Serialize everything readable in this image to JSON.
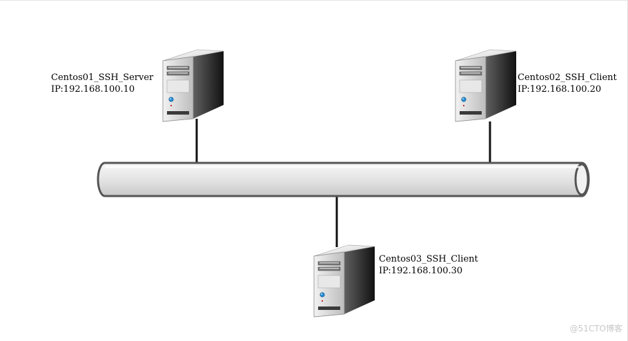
{
  "nodes": [
    {
      "id": "server01",
      "name": "Centos01_SSH_Server",
      "ip": "IP:192.168.100.10"
    },
    {
      "id": "client02",
      "name": "Centos02_SSH_Client",
      "ip": "IP:192.168.100.20"
    },
    {
      "id": "client03",
      "name": "Centos03_SSH_Client",
      "ip": "IP:192.168.100.30"
    }
  ],
  "watermark": "@51CTO博客",
  "colors": {
    "pipe_fill": "#e6e6e6",
    "pipe_stroke": "#555555",
    "link": "#111111",
    "server_body": "#2a2a2a",
    "server_face": "#d9d9d9",
    "led": "#2b8fd6"
  }
}
